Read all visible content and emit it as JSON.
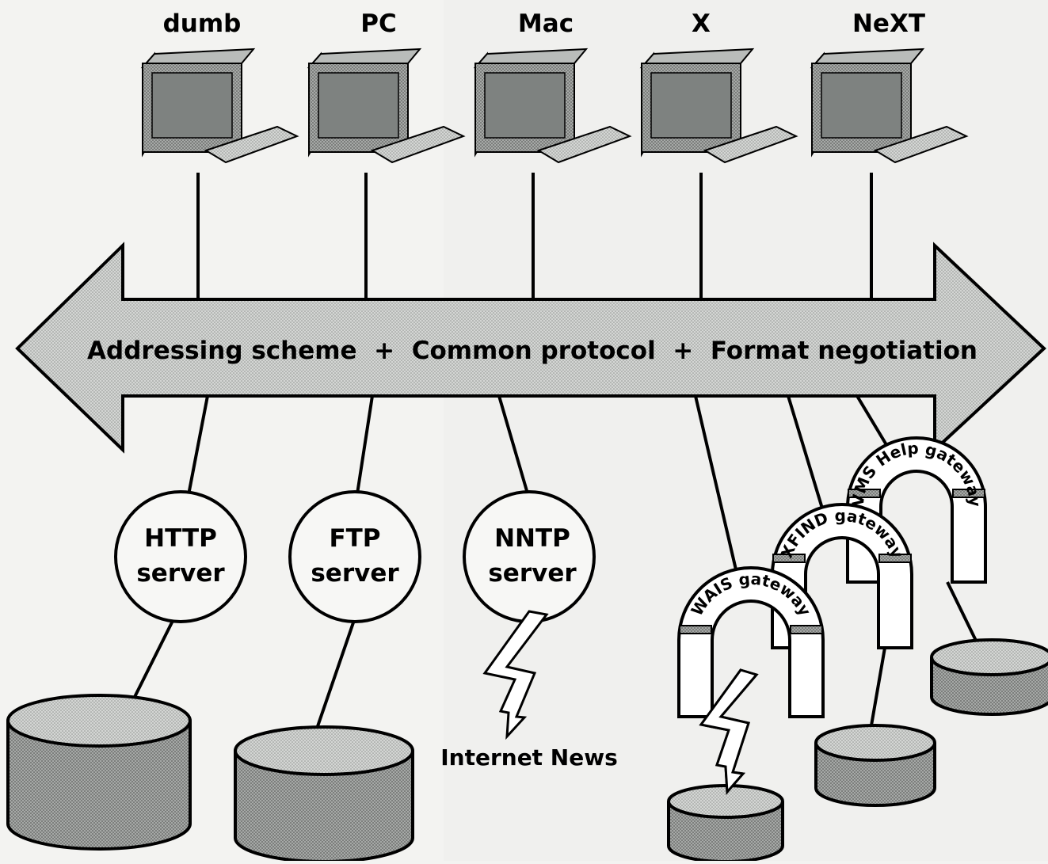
{
  "clients": [
    {
      "id": "dumb",
      "label": "dumb"
    },
    {
      "id": "pc",
      "label": "PC"
    },
    {
      "id": "mac",
      "label": "Mac"
    },
    {
      "id": "x",
      "label": "X"
    },
    {
      "id": "next",
      "label": "NeXT"
    }
  ],
  "bus": {
    "label": "Addressing scheme  +  Common protocol  +  Format negotiation"
  },
  "servers": [
    {
      "id": "http",
      "line1": "HTTP",
      "line2": "server"
    },
    {
      "id": "ftp",
      "line1": "FTP",
      "line2": "server"
    },
    {
      "id": "nntp",
      "line1": "NNTP",
      "line2": "server"
    }
  ],
  "internet_news": {
    "label": "Internet News"
  },
  "gateways": [
    {
      "id": "wais",
      "label": "WAIS gateway"
    },
    {
      "id": "xfind",
      "label": "XFIND gateway"
    },
    {
      "id": "vms",
      "label": "VMS Help gateway"
    }
  ],
  "colors": {
    "fill": "#cfd1cf",
    "fill_dark": "#a9acaa",
    "stroke": "#000000",
    "paper": "#f3f3f1",
    "screen": "#8d918f"
  }
}
